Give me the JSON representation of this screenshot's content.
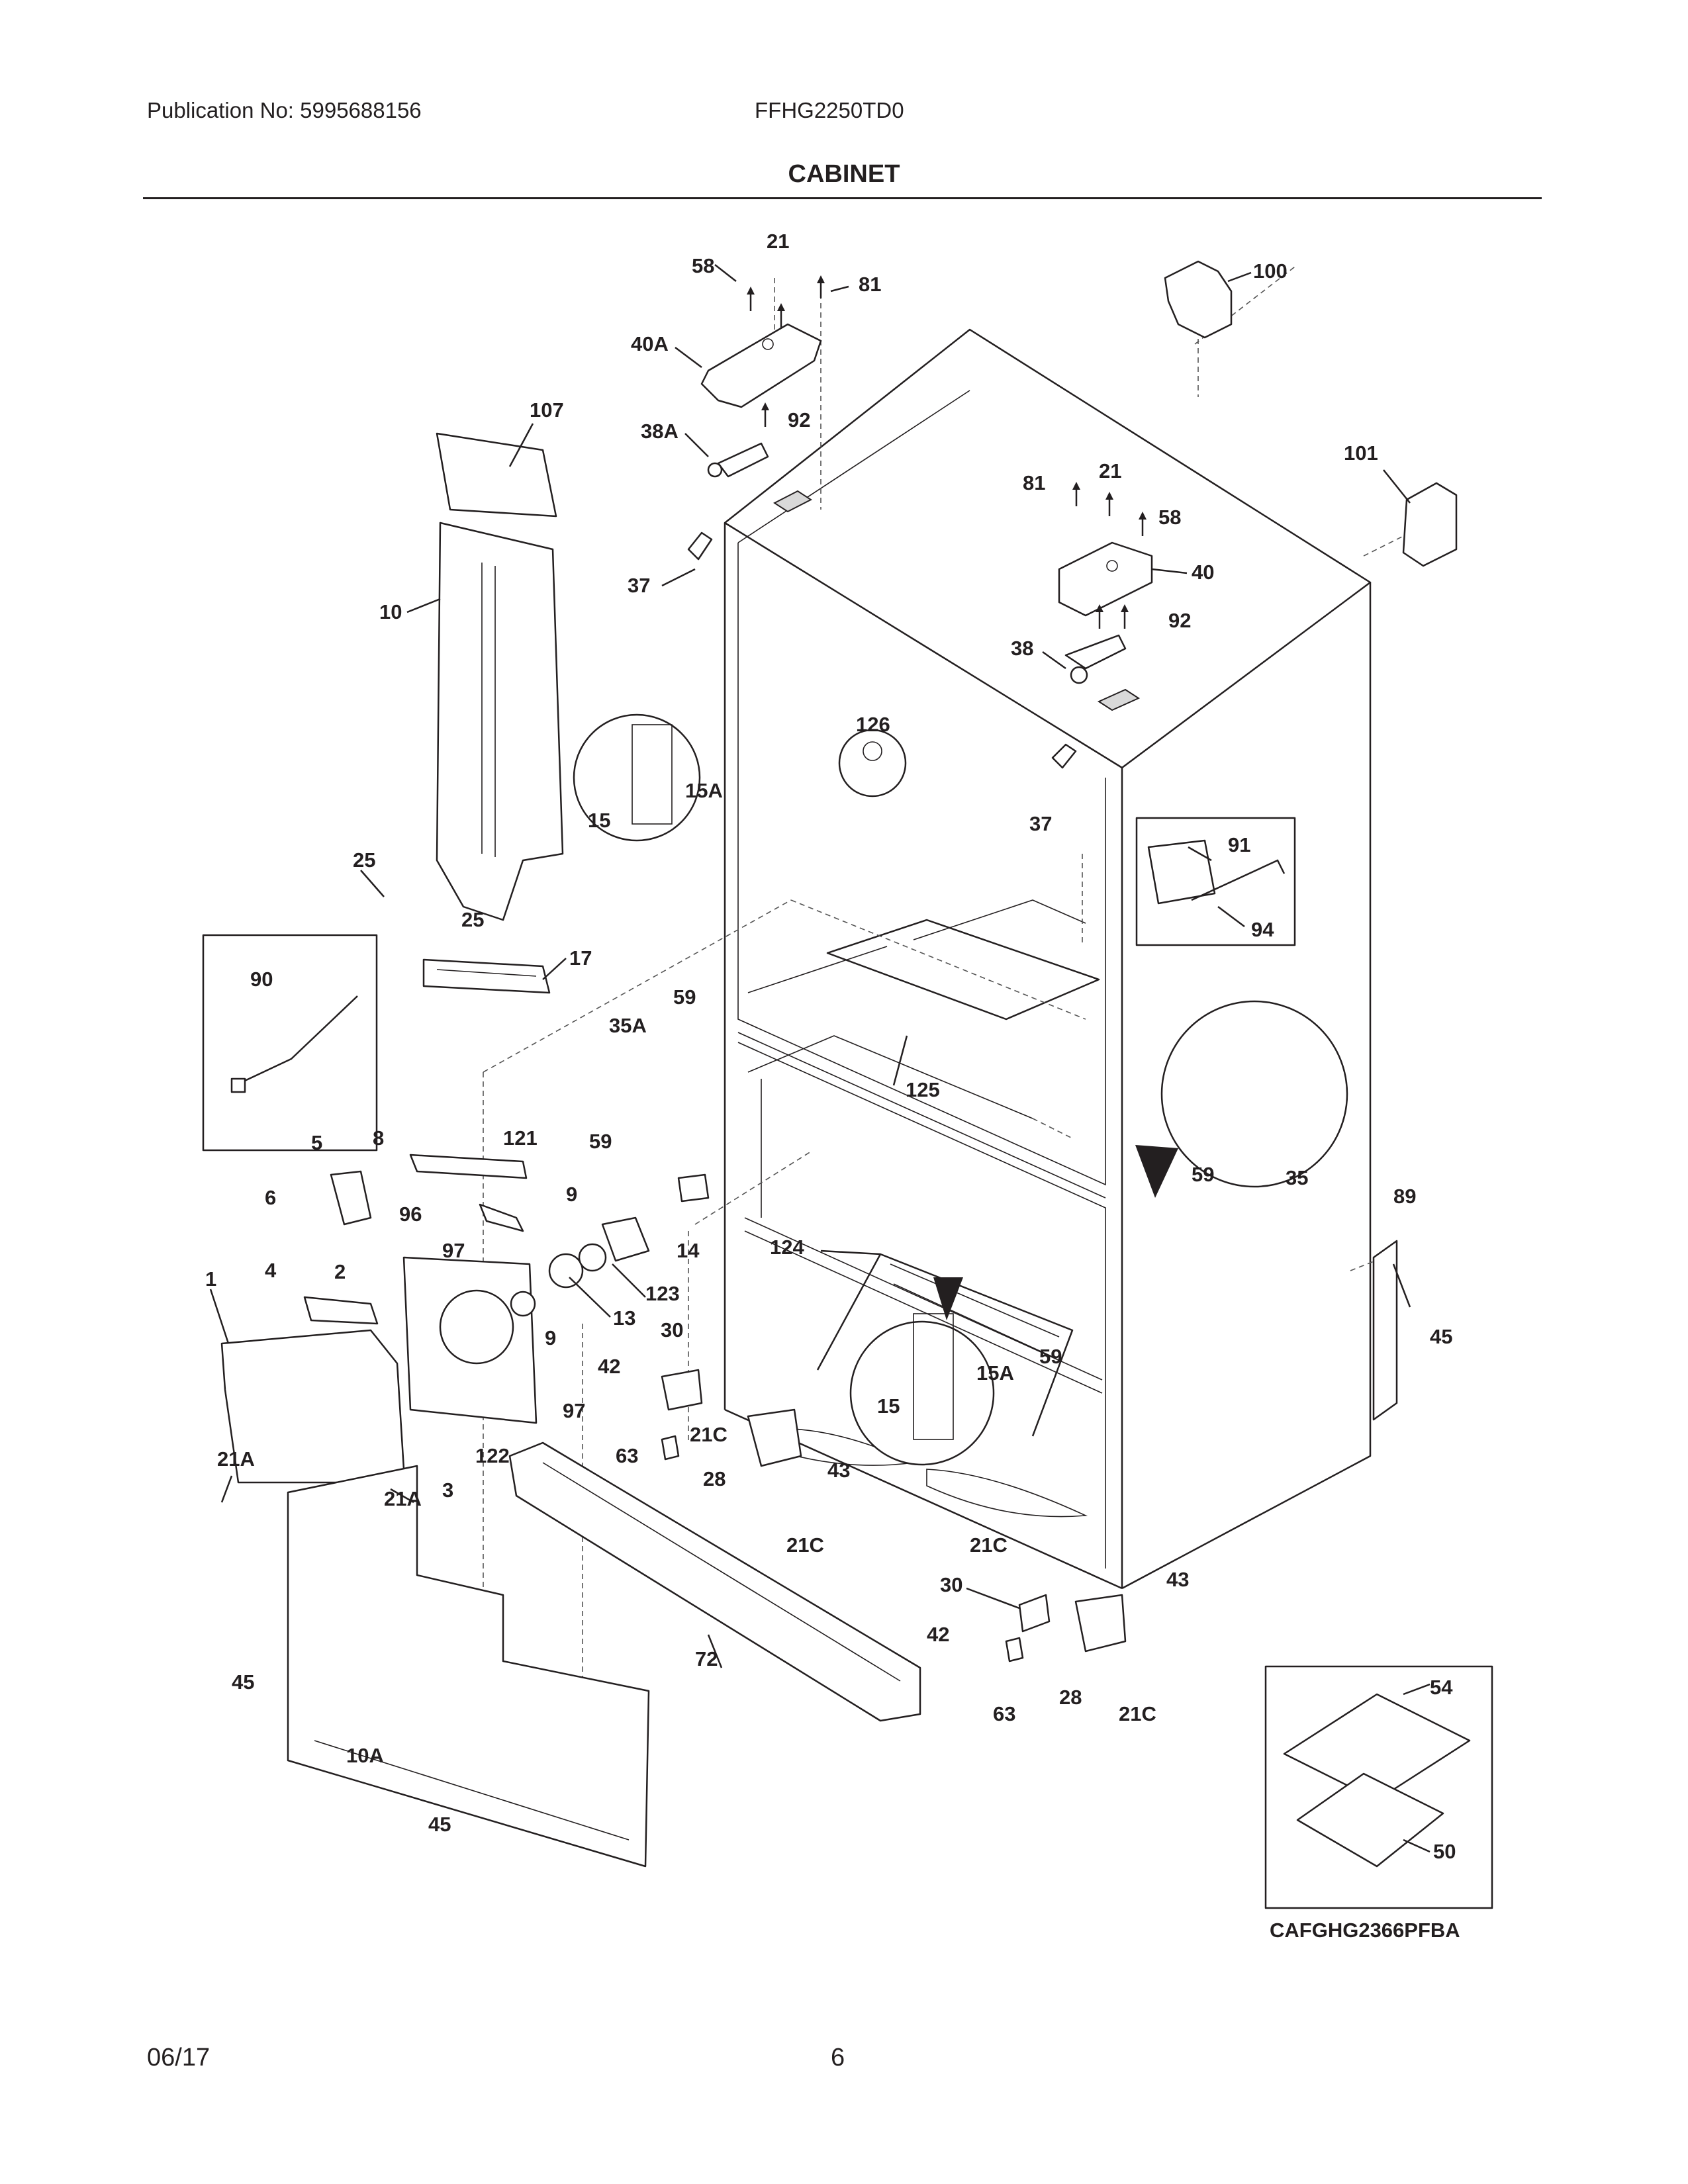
{
  "header": {
    "publication": "Publication No: 5995688156",
    "model": "FFHG2250TD0",
    "title": "CABINET"
  },
  "footer": {
    "date": "06/17",
    "page": "6"
  },
  "inset_caption": "CAFGHG2366PFBA",
  "callouts": {
    "c21_top": "21",
    "c58_top": "58",
    "c81_top": "81",
    "c40A": "40A",
    "c92_top": "92",
    "c38A": "38A",
    "c37_top": "37",
    "c107": "107",
    "c10": "10",
    "c100": "100",
    "c101": "101",
    "c81_r": "81",
    "c21_r": "21",
    "c58_r": "58",
    "c40": "40",
    "c92_r": "92",
    "c38": "38",
    "c126": "126",
    "c15_a": "15",
    "c15A_a": "15A",
    "c37_r": "37",
    "c91": "91",
    "c94": "94",
    "c25_a": "25",
    "c25_b": "25",
    "c17": "17",
    "c90": "90",
    "c59_a": "59",
    "c35A": "35A",
    "c59_b": "59",
    "c125": "125",
    "c59_c": "59",
    "c35": "35",
    "c89": "89",
    "c45_r": "45",
    "c5": "5",
    "c8": "8",
    "c121": "121",
    "c6": "6",
    "c96": "96",
    "c9_a": "9",
    "c97_a": "97",
    "c123": "123",
    "c14": "14",
    "c124": "124",
    "c1": "1",
    "c4": "4",
    "c2": "2",
    "c13": "13",
    "c9_b": "9",
    "c30_a": "30",
    "c42_a": "42",
    "c97_b": "97",
    "c21C_a": "21C",
    "c15_b": "15",
    "c15A_b": "15A",
    "c59_d": "59",
    "c21A_a": "21A",
    "c122": "122",
    "c63_a": "63",
    "c28_a": "28",
    "c43_a": "43",
    "c21A_b": "21A",
    "c3": "3",
    "c21C_b": "21C",
    "c21C_c": "21C",
    "c43_b": "43",
    "c30_b": "30",
    "c42_b": "42",
    "c45_a": "45",
    "c72": "72",
    "c63_b": "63",
    "c28_b": "28",
    "c21C_d": "21C",
    "c54": "54",
    "c10A": "10A",
    "c45_b": "45",
    "c50": "50"
  },
  "colors": {
    "ink": "#231f20",
    "paper": "#ffffff"
  }
}
